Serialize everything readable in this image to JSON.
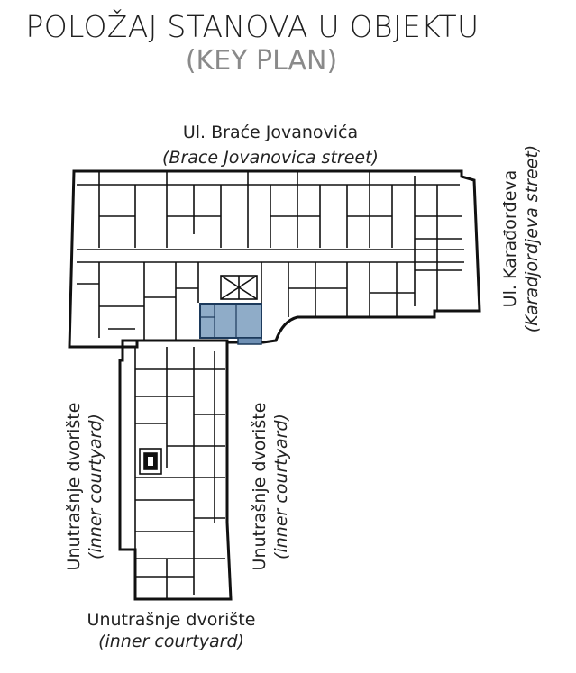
{
  "header": {
    "title": "POLOŽAJ STANOVA U OBJEKTU",
    "subtitle": "(KEY PLAN)"
  },
  "labels": {
    "street_top": {
      "local": "Ul. Braće Jovanovića",
      "english": "(Brace Jovanovica street)"
    },
    "street_right": {
      "local": "Ul. Karađorđeva",
      "english": "(Karadjordjeva street)"
    },
    "yard_left": {
      "local": "Unutrašnje dvorište",
      "english": "(inner courtyard)"
    },
    "yard_mid": {
      "local": "Unutrašnje dvorište",
      "english": "(inner courtyard)"
    },
    "yard_bottom": {
      "local": "Unutrašnje dvorište",
      "english": "(inner courtyard)"
    }
  },
  "colors": {
    "highlight_fill": "#8facc8",
    "highlight_stroke": "#1c3a5c",
    "wall": "#111111",
    "background": "#ffffff"
  }
}
